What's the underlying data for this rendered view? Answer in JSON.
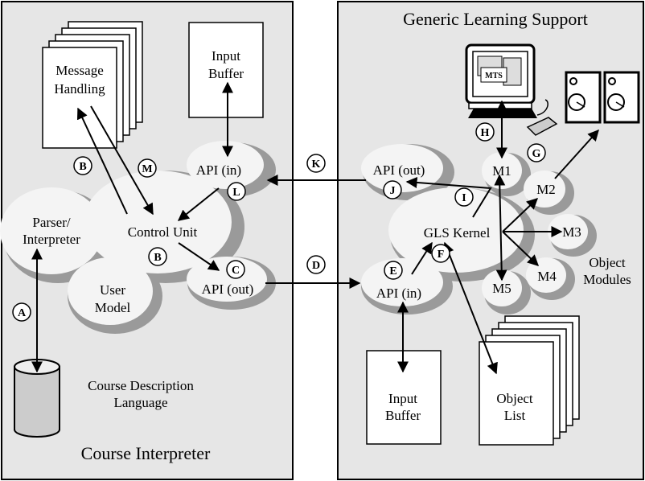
{
  "left_panel": {
    "title": "Course Interpreter",
    "message_doc": [
      "Message",
      "Handling"
    ],
    "input_doc": [
      "Input",
      "Buffer"
    ],
    "parser": [
      "Parser/",
      "Interpreter"
    ],
    "control_unit": "Control Unit",
    "user_model": [
      "User",
      "Model"
    ],
    "api_in": "API (in)",
    "api_out": "API (out)",
    "database_label": [
      "Course Description",
      "Language"
    ]
  },
  "right_panel": {
    "title": "Generic Learning Support",
    "kernel": "GLS Kernel",
    "api_out": "API (out)",
    "api_in": "API (in)",
    "modules": [
      "M1",
      "M2",
      "M3",
      "M4",
      "M5"
    ],
    "object_modules": [
      "Object",
      "Modules"
    ],
    "monitor_label": "MTS",
    "input_doc": [
      "Input",
      "Buffer"
    ],
    "object_list": [
      "Object",
      "List"
    ]
  },
  "badges": [
    "A",
    "B",
    "B",
    "M",
    "L",
    "C",
    "K",
    "D",
    "J",
    "I",
    "E",
    "F",
    "H",
    "G"
  ],
  "colors": {
    "panel": "#e6e6e6",
    "bubble": "#f4f4f4",
    "shadow": "#9a9a9a",
    "stroke": "#000000"
  }
}
